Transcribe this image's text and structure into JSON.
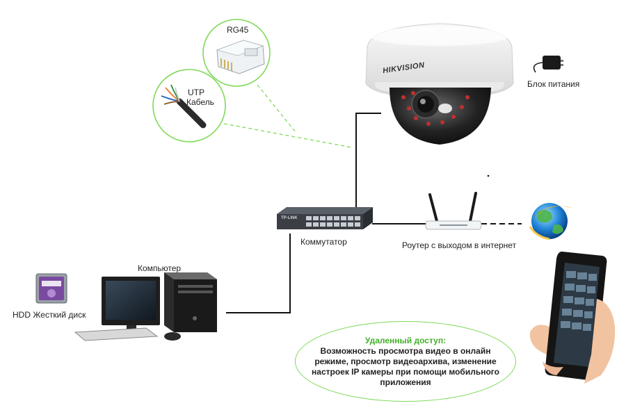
{
  "labels": {
    "rg45": "RG45",
    "utp_line1": "UTP",
    "utp_line2": "Кабель",
    "power_supply": "Блок питания",
    "switch": "Коммутатор",
    "router": "Роутер с выходом в интернет",
    "computer": "Компьютер",
    "hdd": "HDD Жесткий диск"
  },
  "camera": {
    "brand": "HIKVISION"
  },
  "switch_brand": "TP-LINK",
  "remote_access": {
    "title": "Удаленный доступ:",
    "body": "Возможность просмотра видео в онлайн режиме, просмотр видеоархива, изменение настроек IP камеры при помощи мобильного приложения"
  },
  "colors": {
    "callout_green": "#7ed957",
    "title_green": "#43b02a",
    "line": "#111111",
    "hdd_purple": "#7a4aa0"
  }
}
